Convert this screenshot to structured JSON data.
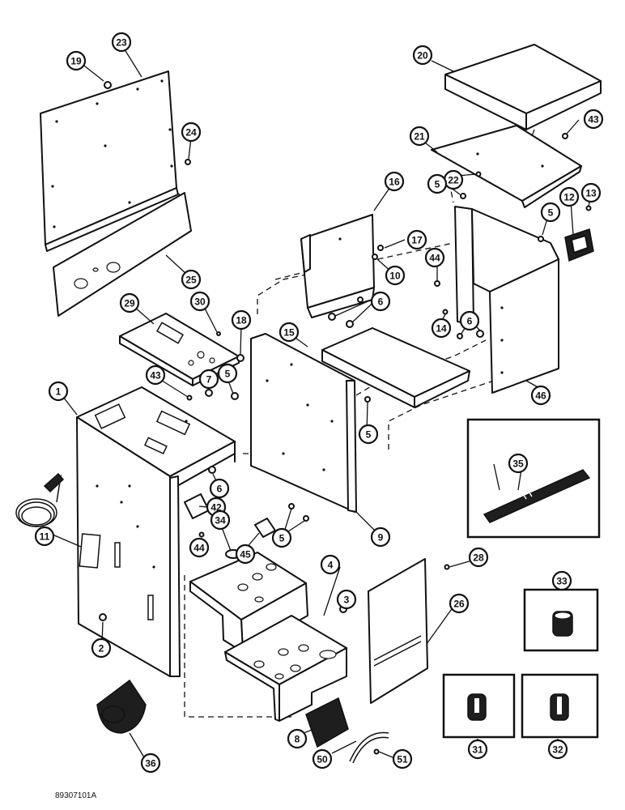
{
  "drawing_code": "89307101A",
  "callouts": [
    "1",
    "2",
    "3",
    "4",
    "5",
    "6",
    "7",
    "8",
    "9",
    "10",
    "11",
    "12",
    "13",
    "14",
    "15",
    "16",
    "17",
    "18",
    "19",
    "20",
    "21",
    "22",
    "23",
    "24",
    "25",
    "26",
    "28",
    "29",
    "30",
    "31",
    "32",
    "33",
    "34",
    "35",
    "36",
    "42",
    "43",
    "44",
    "45",
    "46",
    "50",
    "51"
  ]
}
